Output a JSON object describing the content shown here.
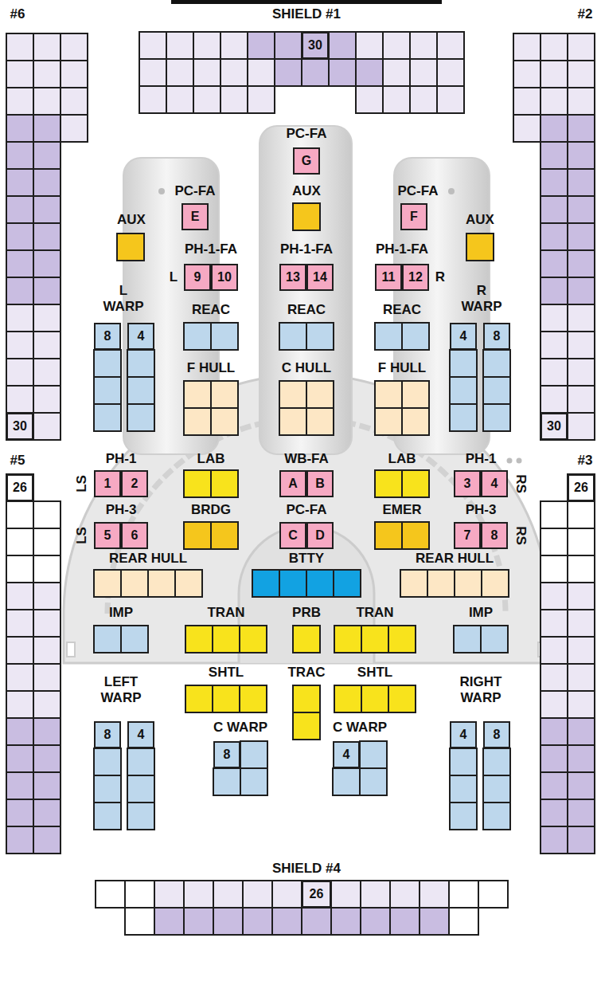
{
  "diagram": {
    "nodes": [
      {
        "text": [
          "30"
        ]
      },
      {
        "text": [
          "G"
        ]
      },
      {
        "text": [
          "E"
        ]
      },
      {
        "text": [
          "F"
        ]
      },
      {
        "text": [
          "9"
        ]
      },
      {
        "text": [
          "10"
        ]
      },
      {
        "text": [
          "13"
        ]
      },
      {
        "text": [
          "14"
        ]
      },
      {
        "text": [
          "11"
        ]
      },
      {
        "text": [
          "12"
        ]
      },
      {
        "text": [
          "8"
        ]
      },
      {
        "text": [
          "4"
        ]
      },
      {
        "text": [
          "4"
        ]
      },
      {
        "text": [
          "8"
        ]
      },
      {
        "text": [
          "30"
        ]
      },
      {
        "text": [
          "30"
        ]
      },
      {
        "text": [
          "26"
        ]
      },
      {
        "text": [
          "26"
        ]
      },
      {
        "text": [
          "1"
        ]
      },
      {
        "text": [
          "2"
        ]
      },
      {
        "text": [
          "A"
        ]
      },
      {
        "text": [
          "B"
        ]
      },
      {
        "text": [
          "3"
        ]
      },
      {
        "text": [
          "4"
        ]
      },
      {
        "text": [
          "5"
        ]
      },
      {
        "text": [
          "6"
        ]
      },
      {
        "text": [
          "C"
        ]
      },
      {
        "text": [
          "D"
        ]
      },
      {
        "text": [
          "7"
        ]
      },
      {
        "text": [
          "8"
        ]
      },
      {
        "text": [
          "8"
        ]
      },
      {
        "text": [
          "4"
        ]
      },
      {
        "text": [
          "8"
        ]
      },
      {
        "text": [
          "4"
        ]
      },
      {
        "text": [
          "4"
        ]
      },
      {
        "text": [
          "8"
        ]
      },
      {
        "text": [
          "26"
        ]
      }
    ],
    "labels": [
      "SHIELD #1",
      "#6",
      "#2",
      "PC-FA",
      "PC-FA",
      "AUX",
      "PC-FA",
      "AUX",
      "AUX",
      "PH-1-FA",
      "PH-1-FA",
      "PH-1-FA",
      "L",
      "R",
      "L WARP",
      "REAC",
      "REAC",
      "REAC",
      "R WARP",
      "F HULL",
      "C HULL",
      "F HULL",
      "#5",
      "#3",
      "PH-1",
      "LAB",
      "WB-FA",
      "LAB",
      "PH-1",
      "LS",
      "RS",
      "PH-3",
      "BRDG",
      "PC-FA",
      "EMER",
      "PH-3",
      "LS",
      "RS",
      "REAR HULL",
      "BTTY",
      "REAR HULL",
      "IMP",
      "TRAN",
      "PRB",
      "TRAN",
      "IMP",
      "LEFT WARP",
      "SHTL",
      "TRAC",
      "SHTL",
      "RIGHT WARP",
      "C WARP",
      "C WARP",
      "SHIELD #4"
    ]
  }
}
